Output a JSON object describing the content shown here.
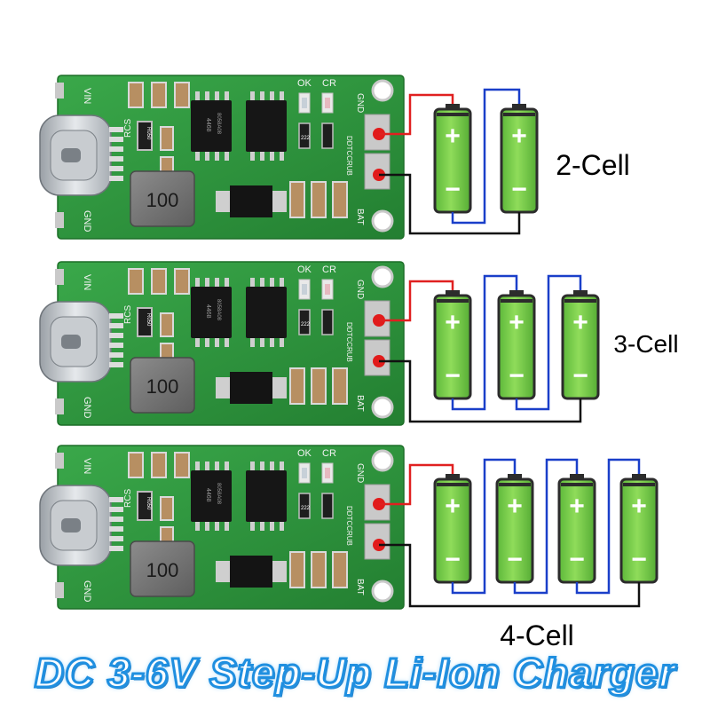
{
  "silkscreen": {
    "vin": "VIN",
    "gnd": "GND",
    "bat": "BAT",
    "ok": "OK",
    "cr": "CR",
    "rcs": "RCS",
    "model": "DDTCCRUB",
    "inductor": "100",
    "resistor": "R050",
    "chip": "4468",
    "chip_code": "8058A08",
    "led_res": "222"
  },
  "battery_signs": {
    "plus": "+",
    "minus": "−"
  },
  "configs": [
    {
      "label": "2-Cell",
      "cells": 2
    },
    {
      "label": "3-Cell",
      "cells": 3
    },
    {
      "label": "4-Cell",
      "cells": 4
    }
  ],
  "banner": "DC 3-6V Step-Up Li-Ion Charger",
  "colors": {
    "pcb": "#2e9b3c",
    "battery_fill": "#7ed04b",
    "battery_outline": "#2c2c2c",
    "wire_positive": "#e02020",
    "wire_series": "#1a3fc9",
    "wire_negative": "#111111",
    "banner_stroke": "#1f8fe0"
  }
}
